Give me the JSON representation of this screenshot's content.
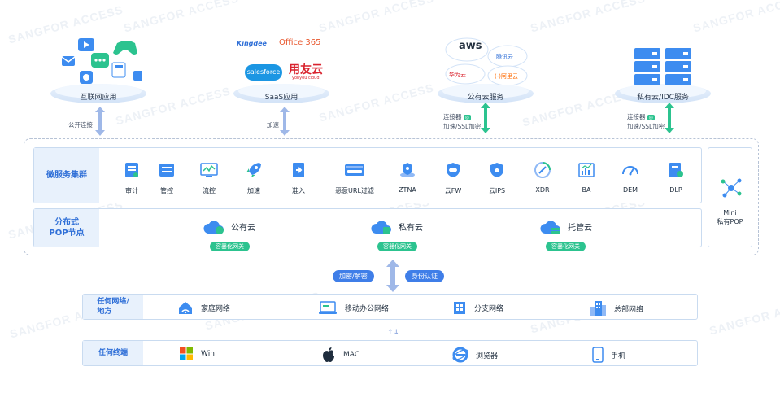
{
  "watermark": "SANGFOR ACCESS",
  "sources": [
    {
      "label": "互联网应用",
      "link": "公开连接",
      "arrow": "blue"
    },
    {
      "label": "SaaS应用",
      "link": "加速",
      "arrow": "blue",
      "logos": {
        "kingdee": "Kingdee",
        "office": "Office 365",
        "salesforce": "salesforce",
        "yonyou": "用友云",
        "yonyou_sub": "yonyou cloud"
      }
    },
    {
      "label": "公有云服务",
      "connector": "连接器",
      "link": "加速/SSL加密",
      "arrow": "green",
      "logos": {
        "aws": "aws",
        "tencent": "腾讯云",
        "huawei": "华为云",
        "ali": "(-)阿里云"
      }
    },
    {
      "label": "私有云/IDC服务",
      "connector": "连接器",
      "link": "加速/SSL加密",
      "arrow": "green"
    }
  ],
  "connector_badge": "◎",
  "microservices": {
    "title": "微服务集群",
    "items": [
      {
        "label": "审计",
        "icon": "audit-icon"
      },
      {
        "label": "管控",
        "icon": "control-icon"
      },
      {
        "label": "流控",
        "icon": "flow-control-icon"
      },
      {
        "label": "加速",
        "icon": "rocket-icon"
      },
      {
        "label": "准入",
        "icon": "access-icon"
      },
      {
        "label": "恶意URL过滤",
        "icon": "url-filter-icon"
      },
      {
        "label": "ZTNA",
        "icon": "ztna-icon"
      },
      {
        "label": "云FW",
        "icon": "cloud-fw-icon"
      },
      {
        "label": "云IPS",
        "icon": "cloud-ips-icon"
      },
      {
        "label": "XDR",
        "icon": "xdr-icon"
      },
      {
        "label": "BA",
        "icon": "ba-icon"
      },
      {
        "label": "DEM",
        "icon": "dem-icon"
      },
      {
        "label": "DLP",
        "icon": "dlp-icon"
      }
    ]
  },
  "pop": {
    "title_line1": "分布式",
    "title_line2": "POP节点",
    "nodes": [
      {
        "label": "公有云",
        "gateway": "容器化网关"
      },
      {
        "label": "私有云",
        "gateway": "容器化网关"
      },
      {
        "label": "托管云",
        "gateway": "容器化网关"
      }
    ]
  },
  "mini_pop": {
    "line1": "Mini",
    "line2": "私有POP"
  },
  "middle_pills": {
    "left": "加密/解密",
    "right": "身份认证"
  },
  "networks": {
    "title_line1": "任何网络/",
    "title_line2": "地方",
    "items": [
      {
        "label": "家庭网络",
        "icon": "home-wifi-icon"
      },
      {
        "label": "移动办公网络",
        "icon": "laptop-icon"
      },
      {
        "label": "分支网络",
        "icon": "branch-building-icon"
      },
      {
        "label": "总部网络",
        "icon": "hq-building-icon"
      }
    ]
  },
  "terminals": {
    "title": "任何终端",
    "items": [
      {
        "label": "Win",
        "icon": "windows-icon"
      },
      {
        "label": "MAC",
        "icon": "apple-icon"
      },
      {
        "label": "浏览器",
        "icon": "ie-browser-icon"
      },
      {
        "label": "手机",
        "icon": "phone-icon"
      }
    ]
  },
  "colors": {
    "accent": "#2f6fd7",
    "green": "#2cc38f",
    "head_bg": "#e8f1fc"
  }
}
